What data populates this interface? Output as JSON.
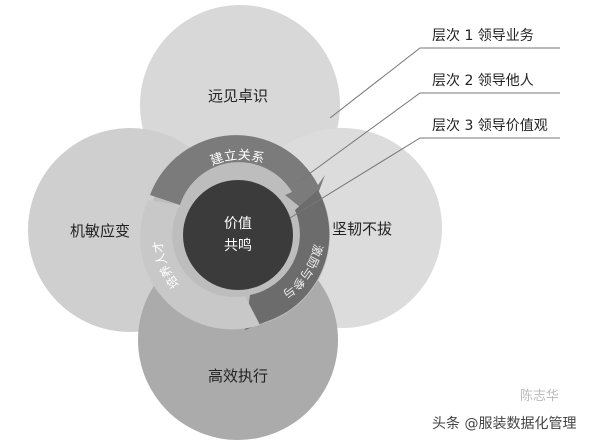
{
  "petals": {
    "top": "远见卓识",
    "left": "机敏应变",
    "right": "坚韧不拔",
    "bottom": "高效执行"
  },
  "center": {
    "line1": "价值",
    "line2": "共鸣"
  },
  "ring": {
    "top": "建立关系",
    "right": "激励与参与",
    "left": "培养人才"
  },
  "levels": [
    "层次 1 领导业务",
    "层次 2 领导他人",
    "层次 3 领导价值观"
  ],
  "watermark": {
    "text": "头条 @服装数据化管理",
    "faint": "陈志华"
  },
  "colors": {
    "petal_top": "#d6d6d6",
    "petal_side": "#d0d0d0",
    "petal_bottom": "#a9a9a9",
    "ring_top": "#7a7a7a",
    "ring_right": "#6e6e6e",
    "ring_left": "#c4c4c4",
    "core": "#3a3a3a"
  }
}
